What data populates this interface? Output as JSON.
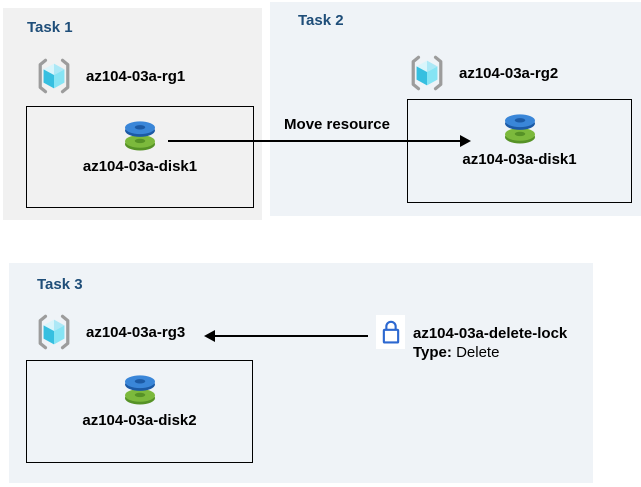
{
  "diagram": {
    "tasks": [
      {
        "title": "Task 1",
        "resource_group": "az104-03a-rg1",
        "resource": "az104-03a-disk1"
      },
      {
        "title": "Task 2",
        "resource_group": "az104-03a-rg2",
        "resource": "az104-03a-disk1"
      },
      {
        "title": "Task 3",
        "resource_group": "az104-03a-rg3",
        "resource": "az104-03a-disk2"
      }
    ],
    "move_arrow": {
      "label": "Move resource"
    },
    "lock": {
      "name": "az104-03a-delete-lock",
      "type_label": "Type:",
      "type_value": "Delete"
    },
    "icons": {
      "resource_group": "resource-group-icon",
      "disk": "disk-icon",
      "lock": "lock-icon"
    },
    "colors": {
      "task1_panel_bg": "#f1f1f1",
      "task2_panel_bg": "#eff3f7",
      "task3_panel_bg": "#eff3f7",
      "task_title_blue": "#1f4e79",
      "text_black": "#000000",
      "box_border": "#000000",
      "arrow": "#000000",
      "lock_blue": "#2c68d0",
      "rg_bracket_gray": "#9c9c9c",
      "rg_cube_left": "#36bfe0",
      "rg_cube_right": "#86e4f4",
      "rg_cube_top": "#d9f5fb",
      "disk_blue_top": "#3a86d8",
      "disk_blue_rim": "#1c5aa5",
      "disk_green_top": "#7cb93c",
      "disk_green_rim": "#569226"
    }
  }
}
